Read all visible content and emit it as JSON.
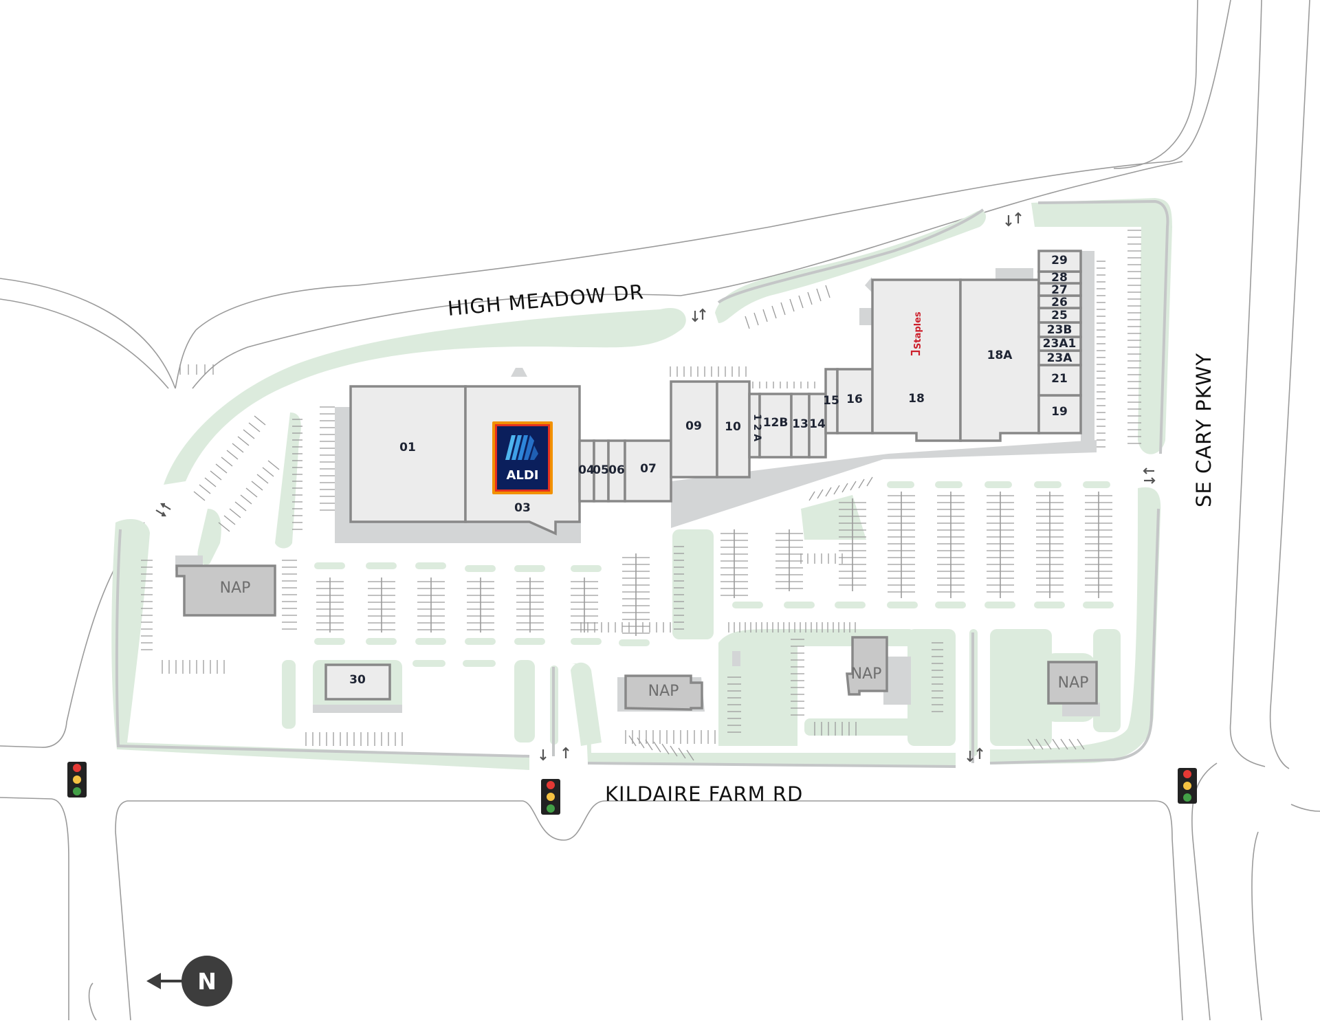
{
  "roads": {
    "high_meadow": "HIGH MEADOW DR",
    "kildaire": "KILDAIRE FARM RD",
    "cary_pkwy": "SE CARY PKWY"
  },
  "units": {
    "u01": "01",
    "u03": "03",
    "u04": "04",
    "u05": "05",
    "u06": "06",
    "u07": "07",
    "u09": "09",
    "u10": "10",
    "u12a": "1 2 A",
    "u12b": "12B",
    "u13": "13",
    "u14": "14",
    "u15": "15",
    "u16": "16",
    "u18": "18",
    "u18a": "18A",
    "u19": "19",
    "u21": "21",
    "u23a": "23A",
    "u23a1": "23A1",
    "u23b": "23B",
    "u25": "25",
    "u26": "26",
    "u27": "27",
    "u28": "28",
    "u29": "29",
    "u30": "30"
  },
  "tenants": {
    "aldi": "ALDI",
    "staples": "Staples"
  },
  "nap": {
    "label": "NAP",
    "count": 4
  },
  "compass": {
    "letter": "N",
    "points": "left"
  },
  "traffic_lights": {
    "count": 3,
    "colors": [
      "#e53935",
      "#f5c242",
      "#43a047"
    ]
  },
  "colors": {
    "building": "#ececec",
    "building_outline": "#888888",
    "nap": "#c8c8c8",
    "landscape": "#dcebdd",
    "pavement": "#d3d5d6",
    "aldi_blue": "#0b1f5c",
    "aldi_orange": "#f29100",
    "staples_red": "#cc1f2b",
    "compass": "#3d3d3d"
  }
}
